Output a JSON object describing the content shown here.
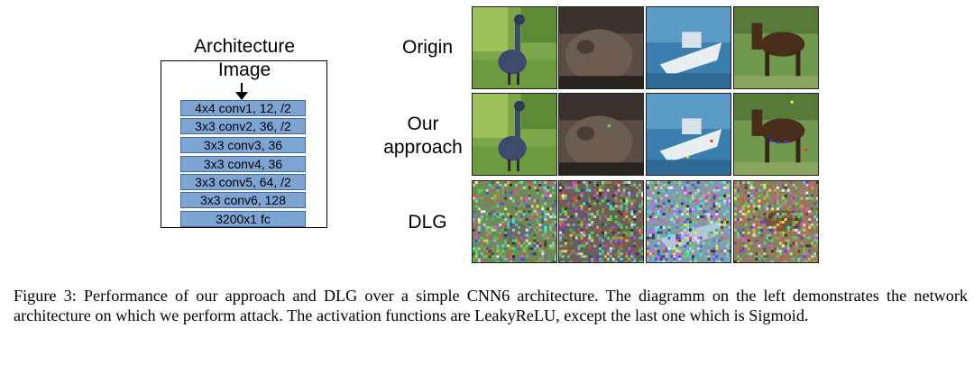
{
  "architecture": {
    "title": "Architecture",
    "input_label": "Image",
    "layers": [
      "4x4 conv1, 12, /2",
      "3x3 conv2, 36, /2",
      "3x3 conv3, 36",
      "3x3 conv4, 36",
      "3x3 conv5, 64, /2",
      "3x3 conv6, 128",
      "3200x1 fc"
    ]
  },
  "grid": {
    "row_labels": [
      "Origin",
      "Our approach",
      "DLG"
    ],
    "columns": [
      "bird",
      "cat",
      "ship",
      "horse"
    ]
  },
  "caption": "Figure 3: Performance of our approach and DLG over a simple CNN6 architecture. The diagramm on the left demonstrates the network architecture on which we perform attack. The activation functions are LeakyReLU, except the last one which is Sigmoid."
}
